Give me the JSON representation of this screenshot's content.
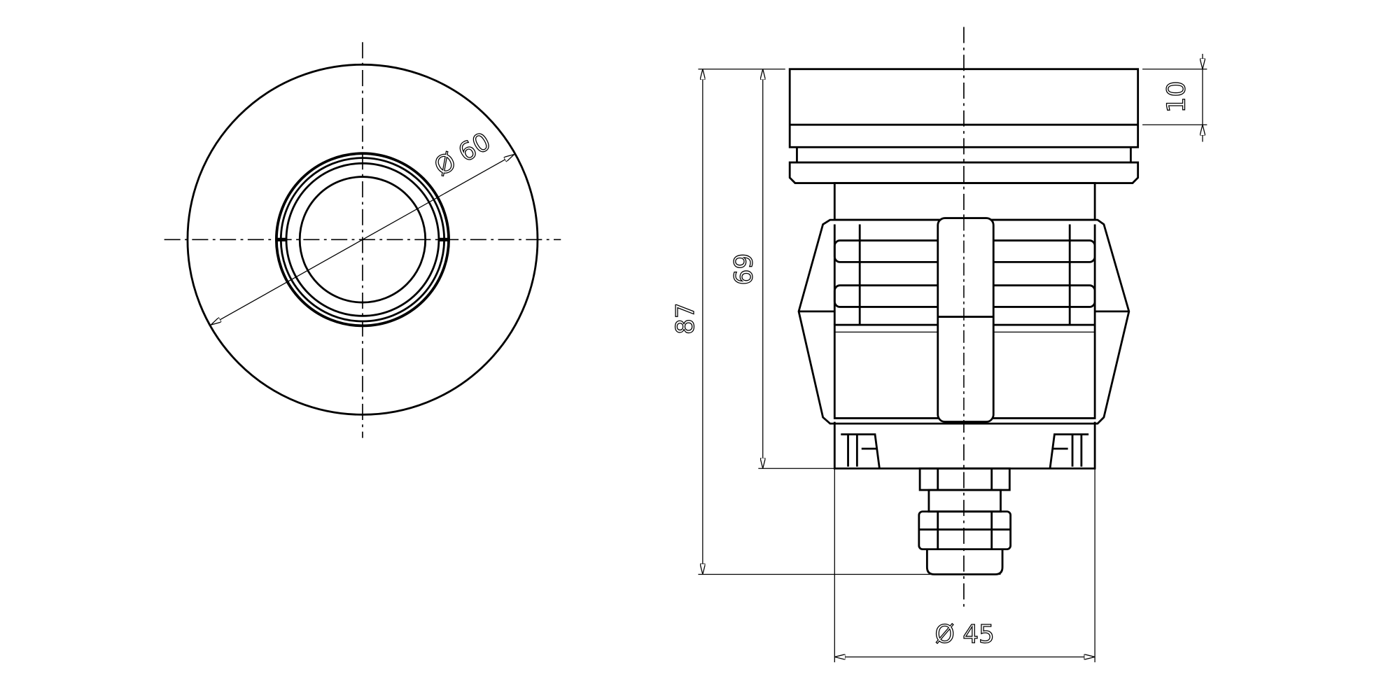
{
  "drawing": {
    "views": [
      "top-view",
      "side-view"
    ],
    "dimensions": {
      "outer_diameter": "Ø 60",
      "base_diameter": "Ø 45",
      "total_height": "87",
      "body_height": "69",
      "cap_height": "10"
    },
    "line_color": "#000000",
    "background": "#ffffff"
  }
}
